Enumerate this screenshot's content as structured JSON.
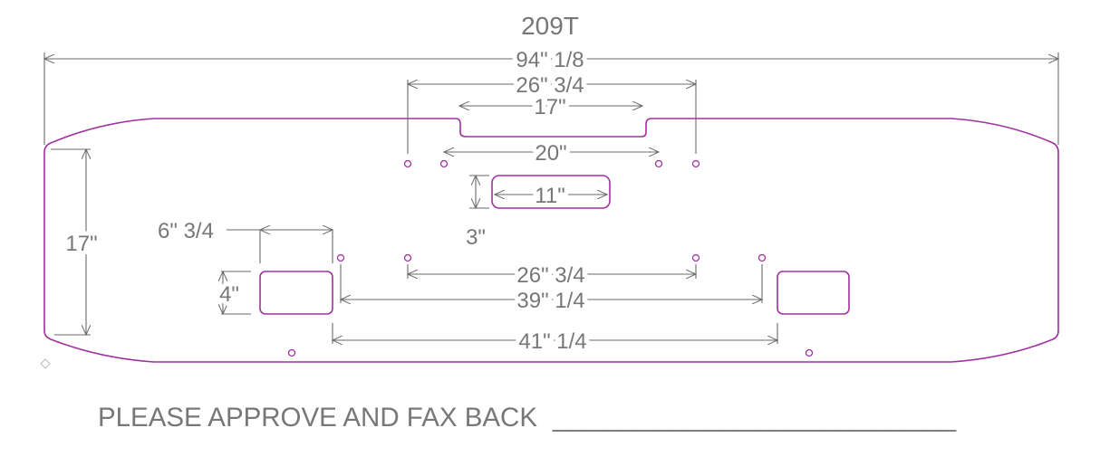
{
  "title": "209T",
  "dimensions": {
    "overall_width": "94\" 1/8",
    "top_hole_spacing": "26\" 3/4",
    "notch_width": "17\"",
    "inner_top_hole_spacing": "20\"",
    "slot_width": "11\"",
    "slot_height": "3\"",
    "overall_height": "17\"",
    "light_cutout_width": "6\" 3/4",
    "light_cutout_height": "4\"",
    "lower_hole_spacing": "26\" 3/4",
    "middle_hole_spacing": "39\" 1/4",
    "cutout_spacing": "41\" 1/4"
  },
  "footer": {
    "approval_text": "PLEASE APPROVE AND FAX BACK",
    "signature_line": "________________________"
  },
  "colors": {
    "part_outline": "#a0309f",
    "dimension": "#6a6a6a"
  }
}
